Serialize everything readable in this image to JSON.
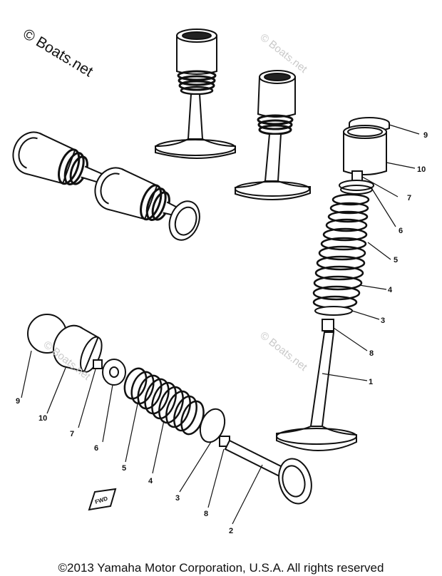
{
  "watermark": "© Boats.net",
  "callouts": [
    "1",
    "2",
    "3",
    "4",
    "5",
    "6",
    "7",
    "8",
    "9",
    "10"
  ],
  "fwd_label": "FWD",
  "footer": "©2013 Yamaha Motor Corporation, U.S.A. All rights reserved"
}
